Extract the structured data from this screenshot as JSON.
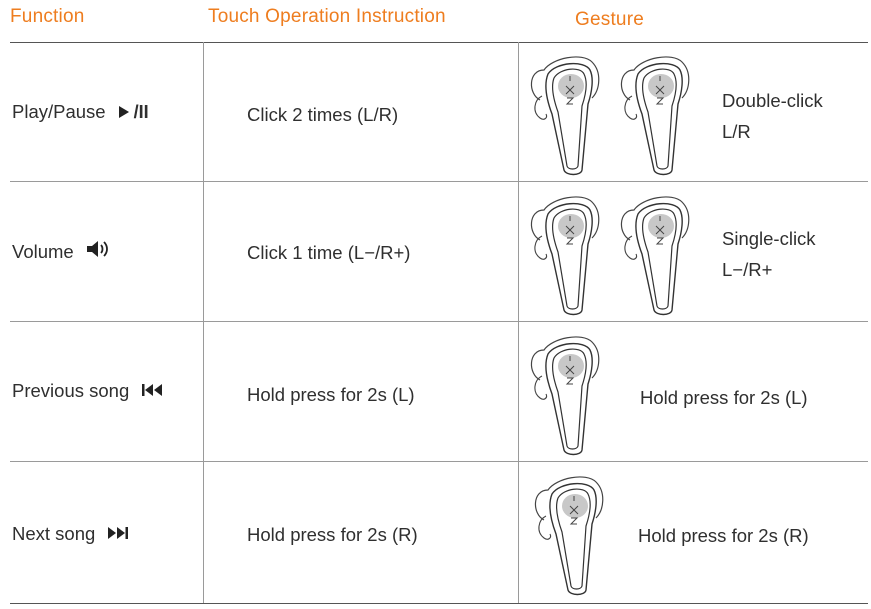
{
  "header": {
    "function": "Function",
    "touch": "Touch Operation Instruction",
    "gesture": "Gesture"
  },
  "rows": [
    {
      "function": "Play/Pause",
      "function_symbol": "/II",
      "icon": "play-pause-icon",
      "touch": "Click 2 times (L/R)",
      "gesture_line1": "Double-click",
      "gesture_line2": "L/R"
    },
    {
      "function": "Volume",
      "icon": "speaker-icon",
      "touch": "Click 1 time (L−/R+)",
      "gesture_line1": "Single-click",
      "gesture_line2": "L−/R+"
    },
    {
      "function": "Previous song",
      "icon": "previous-track-icon",
      "touch": "Hold press for 2s (L)",
      "gesture_line1": "Hold press for 2s (L)"
    },
    {
      "function": "Next song",
      "icon": "next-track-icon",
      "touch": "Hold press for 2s (R)",
      "gesture_line1": "Hold press for 2s (R)"
    }
  ],
  "colors": {
    "accent": "#ee7d1f",
    "text": "#2f2f2f",
    "rule": "#9a9a9a",
    "touch_zone": "#c8c8c8"
  }
}
